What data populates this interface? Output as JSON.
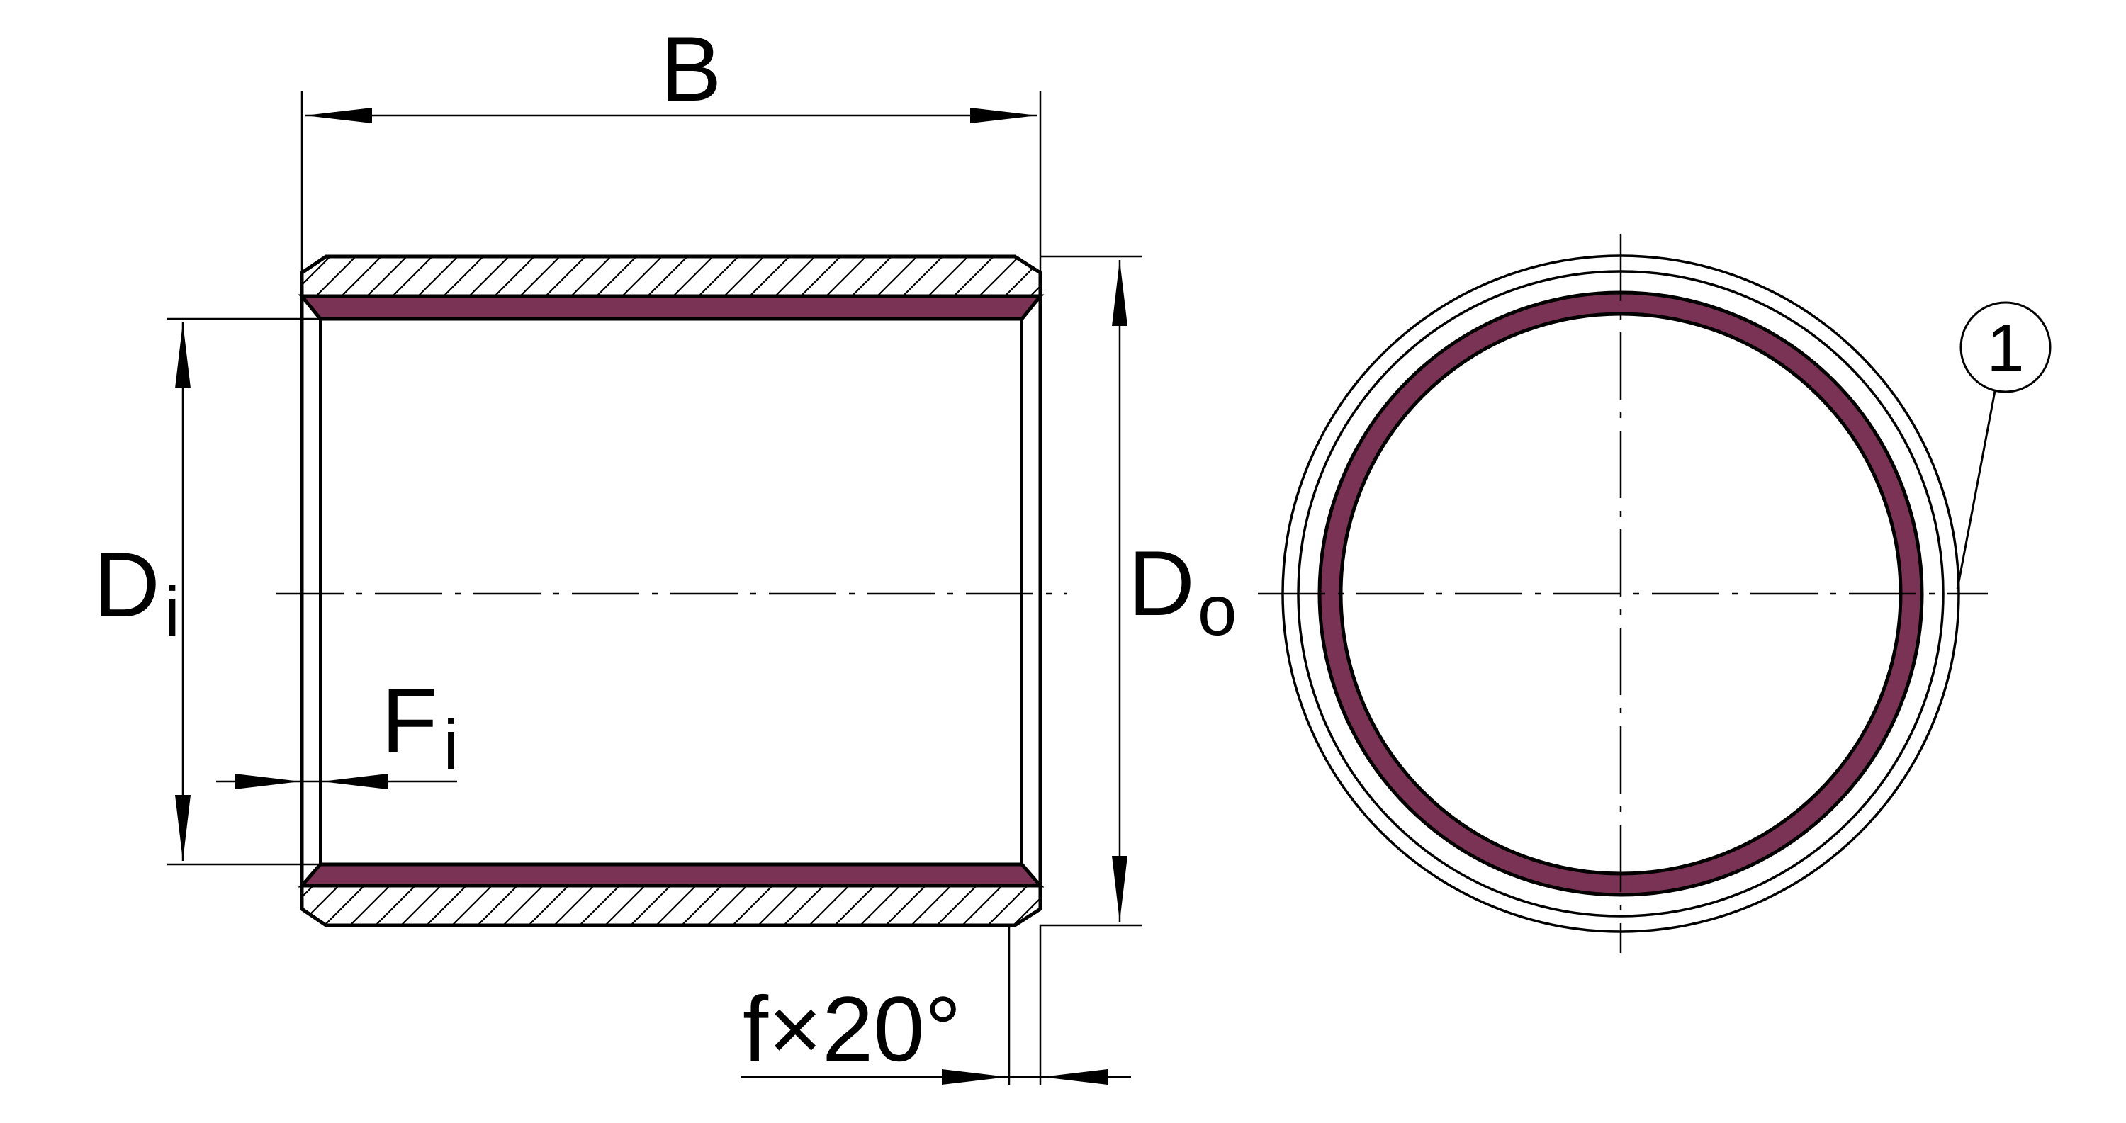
{
  "labels": {
    "width": "B",
    "inner_diameter_main": "D",
    "inner_diameter_sub": "i",
    "outer_diameter_main": "D",
    "outer_diameter_sub": "o",
    "inner_chamfer_main": "F",
    "inner_chamfer_sub": "i",
    "outer_chamfer": "f×20°",
    "callout_number": "1"
  },
  "colors": {
    "line": "#000000",
    "sliding_layer": "#7a3355",
    "background": "#ffffff"
  }
}
